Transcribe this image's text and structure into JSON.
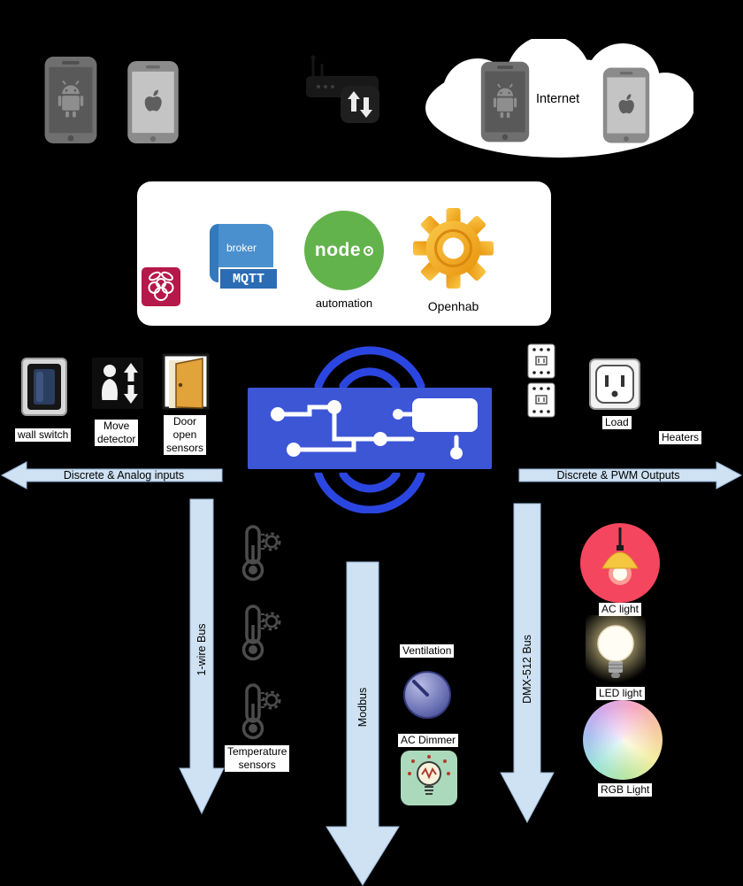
{
  "colors": {
    "background": "#000000",
    "arrow_fill": "#cfe2f3",
    "arrow_stroke": "#9ab7d8",
    "pcb_blue": "#3d56d6",
    "wifi_blue": "#2b46e0",
    "node_green": "#63b34c",
    "mqtt_blue": "#4a90ce",
    "openhab_orange": "#f09b1d",
    "raspberry_red": "#b5184a",
    "ac_light_red": "#f4465e"
  },
  "clients": {
    "internet_label": "Internet"
  },
  "server_box": {
    "broker_label": "broker",
    "mqtt_badge": "MQTT",
    "node_label": "node",
    "automation_label": "automation",
    "openhab_label": "Openhab"
  },
  "inputs": {
    "arrow_label": "Discrete & Analog inputs",
    "wall_switch_label": "wall switch",
    "move_detector_label": "Move\ndetector",
    "door_sensors_label": "Door\nopen\nsensors"
  },
  "outputs": {
    "arrow_label": "Discrete & PWM Outputs",
    "load_label": "Load",
    "heaters_label": "Heaters"
  },
  "buses": {
    "onewire_label": "1-wire Bus",
    "modbus_label": "Modbus",
    "dmx_label": "DMX-512 Bus"
  },
  "field_devices": {
    "temperature_label": "Temperature\nsensors",
    "ventilation_label": "Ventilation",
    "ac_dimmer_label": "AC Dimmer",
    "ac_light_label": "AC light",
    "led_light_label": "LED light",
    "rgb_light_label": "RGB Light"
  }
}
